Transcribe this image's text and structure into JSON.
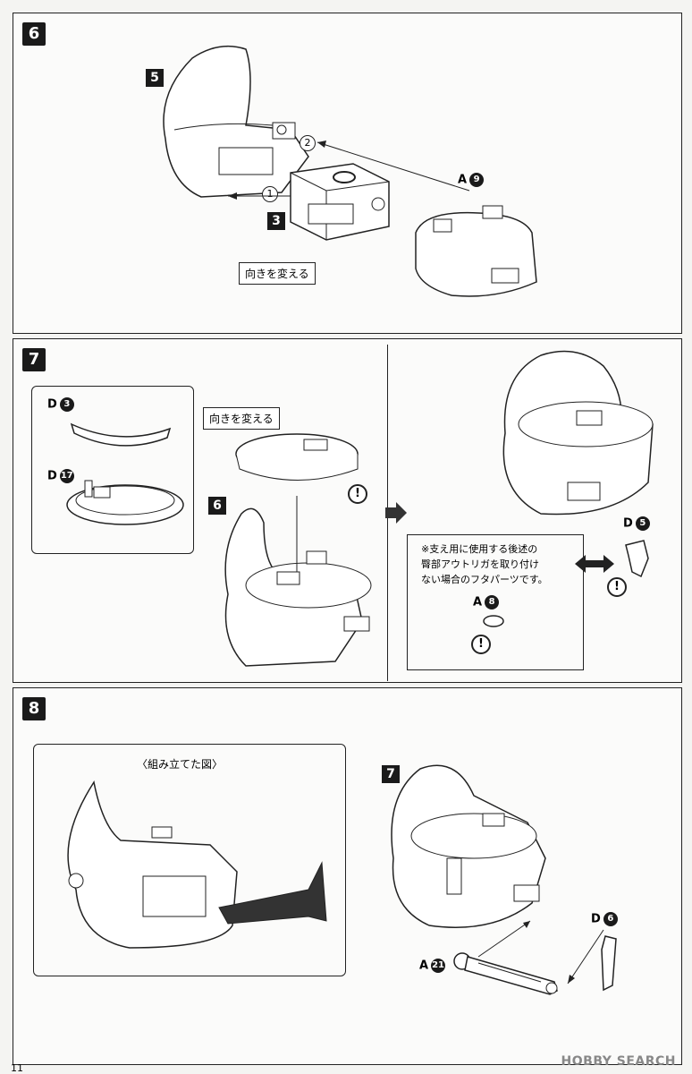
{
  "steps": {
    "s6": {
      "number": "6",
      "sub_ref": "5",
      "sub_ref2": "3",
      "label": "向きを変える",
      "part_a": "A",
      "part_a_num": "9",
      "arrow1": "1",
      "arrow2": "2"
    },
    "s7": {
      "number": "7",
      "part_d3": "D",
      "part_d3_num": "3",
      "part_d17": "D",
      "part_d17_num": "17",
      "label": "向きを変える",
      "sub_ref": "6",
      "part_d5": "D",
      "part_d5_num": "5",
      "part_a8": "A",
      "part_a8_num": "8",
      "note_line1": "※支え用に使用する後述の",
      "note_line2": "臀部アウトリガを取り付け",
      "note_line3": "ない場合のフタパーツです。",
      "caution": "!"
    },
    "s8": {
      "number": "8",
      "caption": "〈組み立てた図〉",
      "sub_ref": "7",
      "part_d6": "D",
      "part_d6_num": "6",
      "part_a21": "A",
      "part_a21_num": "21"
    }
  },
  "footer": {
    "page_number": "11",
    "watermark": "HOBBY SEARCH"
  }
}
